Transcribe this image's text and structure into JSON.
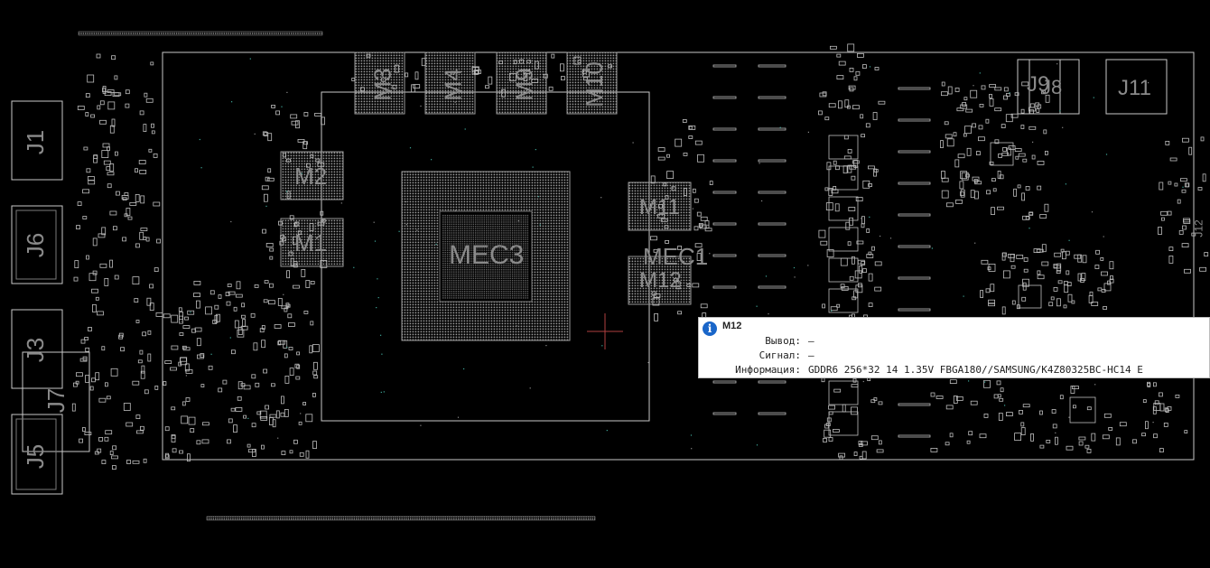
{
  "board": {
    "components": {
      "j1": "J1",
      "j6": "J6",
      "j3": "J3",
      "j7": "J7",
      "j5": "J5",
      "j8": "J8",
      "j9": "J9",
      "j11": "J11",
      "j12": "J12",
      "m1": "M1",
      "m2": "M2",
      "m3": "M3",
      "m4": "M4",
      "m9": "M9",
      "m10": "M10",
      "m11": "M11",
      "m12": "M12",
      "mec3": "MEC3",
      "mec1": "MEC1"
    }
  },
  "tooltip": {
    "icon": "info-icon",
    "title": "M12",
    "rows": [
      {
        "label": "Вывод:",
        "value": "—"
      },
      {
        "label": "Сигнал:",
        "value": "—"
      },
      {
        "label": "Информация:",
        "value": "GDDR6 256*32 14 1.35V FBGA180//SAMSUNG/K4Z80325BC-HC14 E"
      }
    ]
  },
  "colors": {
    "background": "#000000",
    "outline": "#c8c8c8",
    "label": "#8a8a8a",
    "cursor": "#b04040",
    "tooltip_icon": "#1a66c9"
  }
}
